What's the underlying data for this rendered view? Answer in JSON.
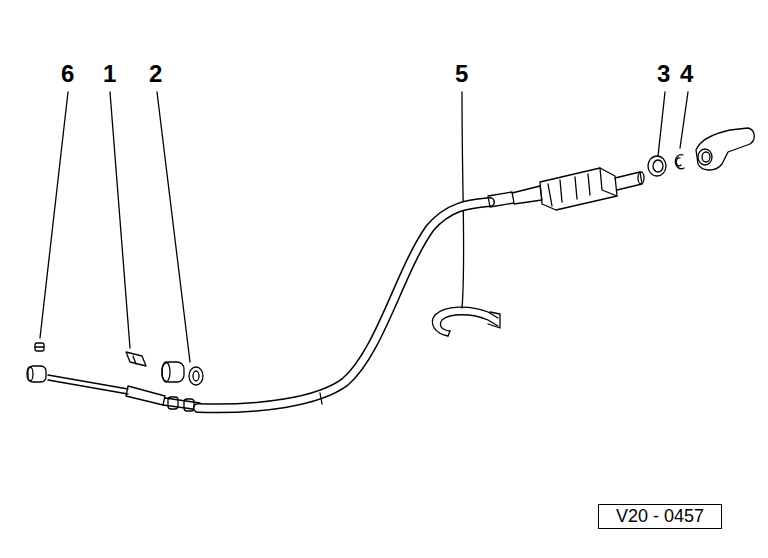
{
  "diagram": {
    "nodes": [
      {
        "text": [
          "V20 - 0457"
        ]
      }
    ],
    "labels": [
      "6",
      "1",
      "2",
      "5",
      "3",
      "4"
    ]
  }
}
